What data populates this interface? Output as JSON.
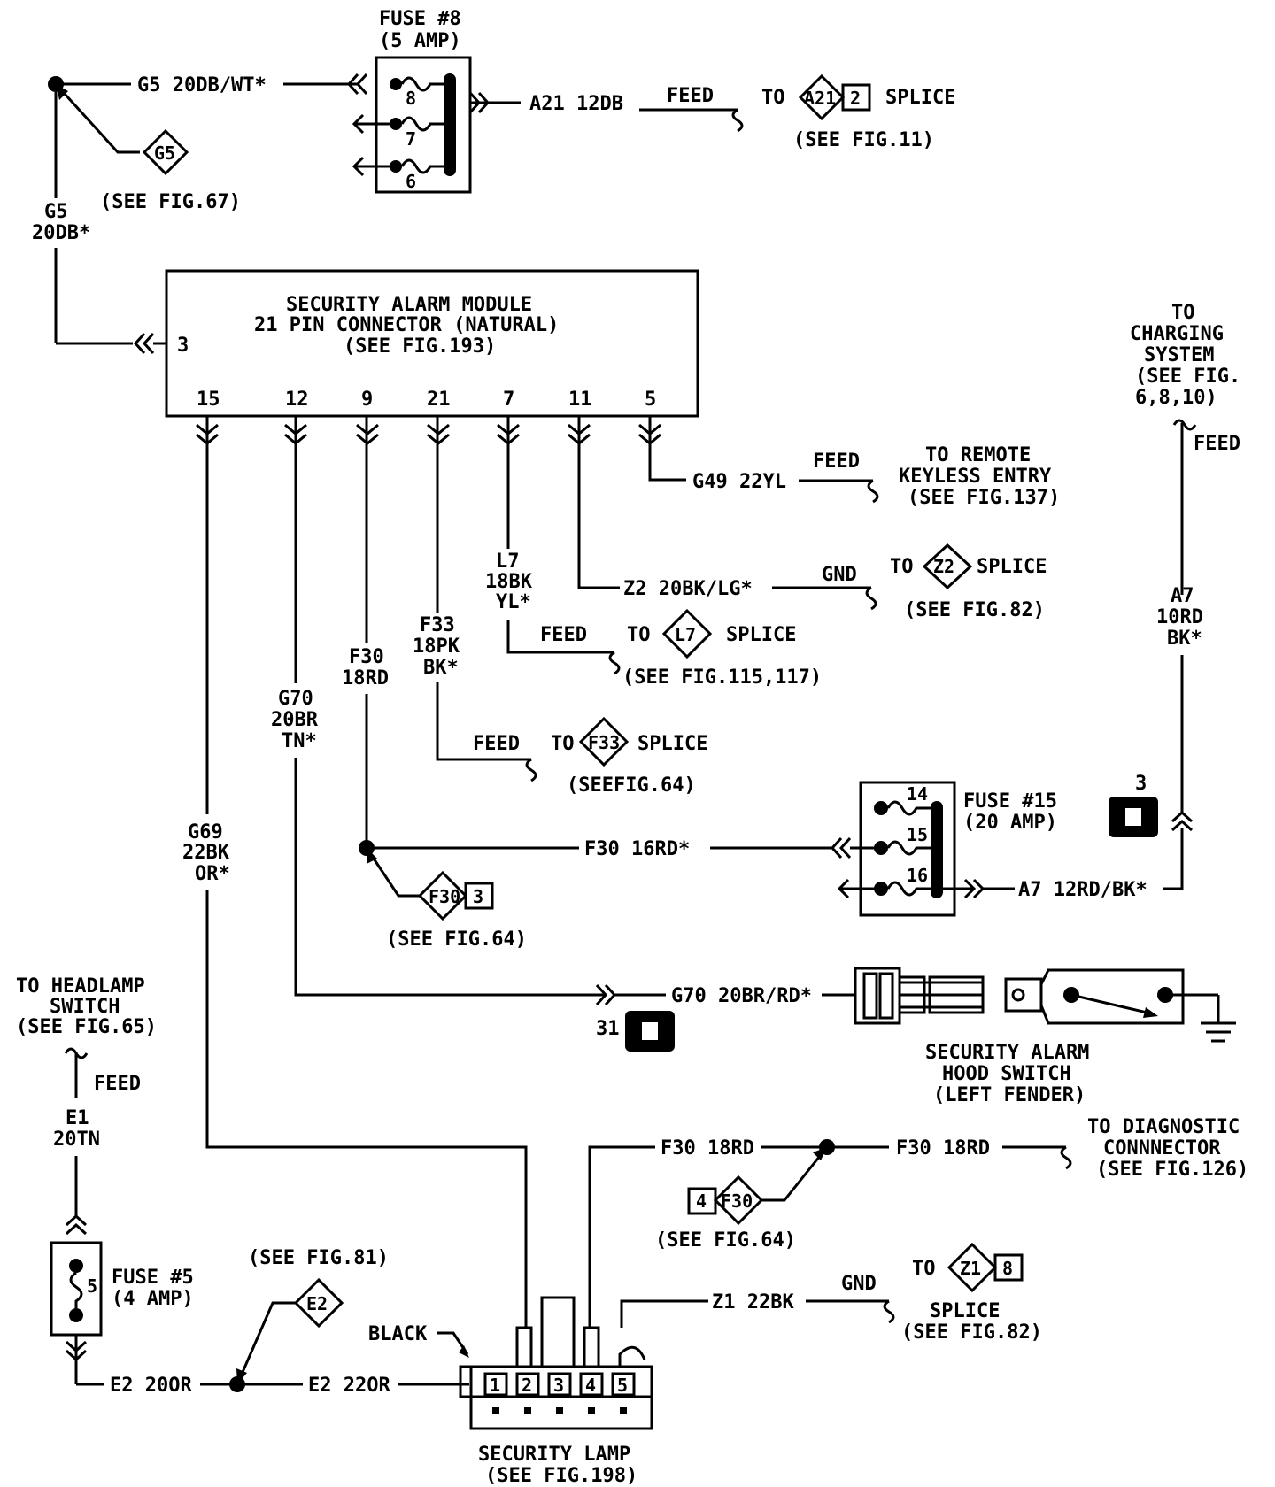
{
  "fuse8": {
    "title": "FUSE #8",
    "rating": "(5 AMP)",
    "slots": [
      "8",
      "7",
      "6"
    ]
  },
  "g5": {
    "top_label": "G5 20DB/WT*",
    "id": "G5",
    "ref": "(SEE FIG.67)",
    "side_line1": "G5",
    "side_line2": "20DB*"
  },
  "a21": {
    "wire": "A21 12DB",
    "feed": "FEED",
    "to": "TO",
    "splice_id": "A21",
    "splice_num": "2",
    "splice": "SPLICE",
    "ref": "(SEE FIG.11)"
  },
  "module": {
    "line1": "SECURITY ALARM MODULE",
    "line2": "21 PIN CONNECTOR (NATURAL)",
    "line3": "(SEE FIG.193)",
    "pin_left": "3",
    "pins": [
      "15",
      "12",
      "9",
      "21",
      "7",
      "11",
      "5"
    ]
  },
  "charging": {
    "l1": "TO",
    "l2": "CHARGING",
    "l3": "SYSTEM",
    "l4": "(SEE FIG.",
    "l5": "6,8,10)",
    "feed": "FEED",
    "wire1": "A7",
    "wire2": "10RD",
    "wire3": "BK*"
  },
  "g49": {
    "wire": "G49 22YL",
    "feed": "FEED",
    "l1": "TO REMOTE",
    "l2": "KEYLESS ENTRY",
    "l3": "(SEE FIG.137)"
  },
  "z2": {
    "wire": "Z2 20BK/LG*",
    "gnd": "GND",
    "to": "TO",
    "id": "Z2",
    "splice": "SPLICE",
    "ref": "(SEE FIG.82)"
  },
  "l7": {
    "w1": "L7",
    "w2": "18BK",
    "w3": "YL*",
    "feed": "FEED",
    "to": "TO",
    "id": "L7",
    "splice": "SPLICE",
    "ref": "(SEE FIG.115,117)"
  },
  "f33": {
    "w1": "F33",
    "w2": "18PK",
    "w3": "BK*",
    "feed": "FEED",
    "to": "TO",
    "id": "F33",
    "splice": "SPLICE",
    "ref": "(SEEFIG.64)"
  },
  "f30": {
    "w1": "F30",
    "w2": "18RD",
    "wire16": "F30 16RD*",
    "id": "F30",
    "num": "3",
    "ref": "(SEE FIG.64)"
  },
  "g70": {
    "w1": "G70",
    "w2": "20BR",
    "w3": "TN*",
    "wire": "G70 20BR/RD*",
    "conn": "31"
  },
  "g69": {
    "w1": "G69",
    "w2": "22BK",
    "w3": "OR*"
  },
  "fuse15": {
    "title": "FUSE #15",
    "rating": "(20 AMP)",
    "slots": [
      "14",
      "15",
      "16"
    ],
    "a7": "A7 12RD/BK*",
    "conn": "3"
  },
  "hood": {
    "l1": "SECURITY ALARM",
    "l2": "HOOD SWITCH",
    "l3": "(LEFT FENDER)"
  },
  "headlamp": {
    "l1": "TO HEADLAMP",
    "l2": "SWITCH",
    "l3": "(SEE FIG.65)",
    "feed": "FEED",
    "w1": "E1",
    "w2": "20TN"
  },
  "fuse5": {
    "slot": "5",
    "title": "FUSE #5",
    "rating": "(4 AMP)"
  },
  "e2": {
    "w1": "E2 20OR",
    "w2": "E2 22OR",
    "id": "E2",
    "ref": "(SEE FIG.81)"
  },
  "diag": {
    "w1": "F30 18RD",
    "w2": "F30 18RD",
    "l1": "TO DIAGNOSTIC",
    "l2": "CONNNECTOR",
    "l3": "(SEE FIG.126)",
    "num": "4",
    "id": "F30",
    "ref": "(SEE FIG.64)"
  },
  "z1": {
    "wire": "Z1 22BK",
    "gnd": "GND",
    "to": "TO",
    "id": "Z1",
    "num": "8",
    "splice": "SPLICE",
    "ref": "(SEE FIG.82)"
  },
  "lamp": {
    "black": "BLACK",
    "pins": [
      "1",
      "2",
      "3",
      "4",
      "5"
    ],
    "title": "SECURITY LAMP",
    "ref": "(SEE FIG.198)"
  }
}
